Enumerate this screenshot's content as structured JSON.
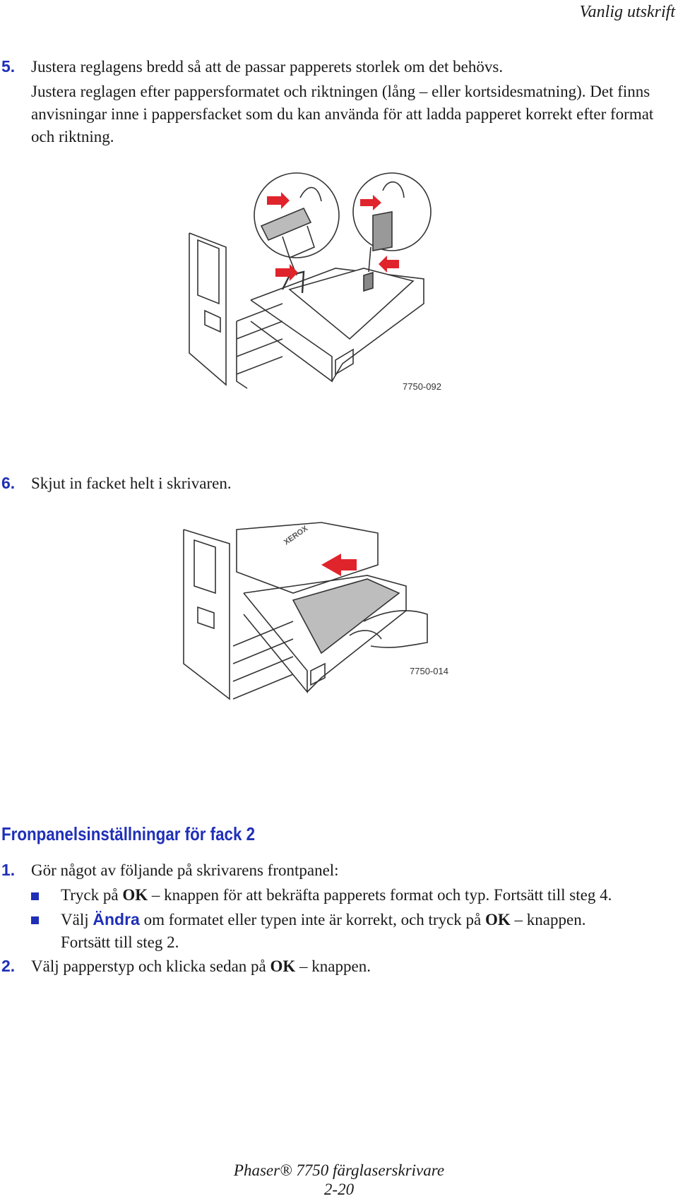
{
  "header": {
    "title": "Vanlig utskrift"
  },
  "step5": {
    "number": "5.",
    "text": "Justera reglagens bredd så att de passar papperets storlek om det behövs.",
    "detail": "Justera reglagen efter pappersformatet och riktningen (lång – eller kortsidesmatning). Det finns anvisningar inne i pappersfacket som du kan använda för att ladda papperet korrekt efter format och riktning."
  },
  "figure1": {
    "code": "7750-092"
  },
  "step6": {
    "number": "6.",
    "text": "Skjut in facket helt i skrivaren."
  },
  "figure2": {
    "code": "7750-014",
    "brand": "XEROX"
  },
  "section": {
    "title": "Fronpanelsinställningar för fack 2",
    "step1": {
      "number": "1.",
      "text": "Gör något av följande på skrivarens frontpanel:",
      "bullets": [
        {
          "pre": "Tryck på ",
          "bold": "OK",
          "post": " – knappen för att bekräfta papperets format och typ. Fortsätt till steg 4."
        },
        {
          "pre": "Välj ",
          "option": "Ändra",
          "mid": " om formatet eller typen inte är korrekt, och tryck på ",
          "bold": "OK",
          "post": " – knappen.",
          "line2": "Fortsätt till steg 2."
        }
      ]
    },
    "step2": {
      "number": "2.",
      "pre": "Välj papperstyp och klicka sedan på ",
      "bold": "OK",
      "post": " – knappen."
    }
  },
  "footer": {
    "product": "Phaser® 7750 färglaserskrivare",
    "page": "2-20"
  },
  "colors": {
    "accent": "#1f2fb8",
    "arrow": "#e0242c"
  }
}
